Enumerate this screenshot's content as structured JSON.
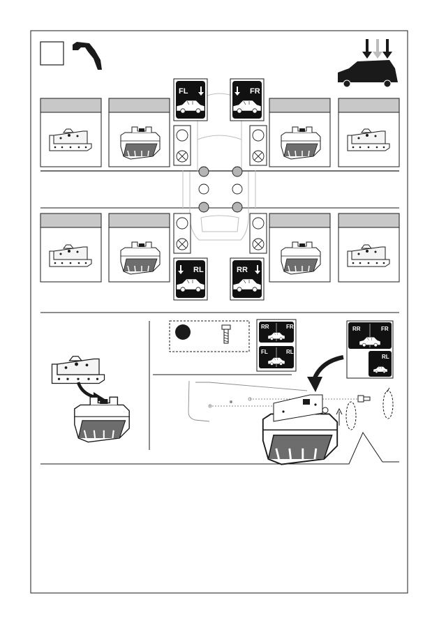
{
  "colors": {
    "ink": "#1a1a1a",
    "panel_header": "#c8c8c8",
    "dot_gray": "#b4b4b4",
    "arrow_light": "#bdbdbd",
    "card_dark": "#111111",
    "guide_gray": "#8a8a8a"
  },
  "position_labels": {
    "fl": "FL",
    "fr": "FR",
    "rl": "RL",
    "rr": "RR"
  },
  "icons": [
    "step-number-box",
    "roof-profile-icon",
    "car-loading-arrows-icon",
    "bracket-icon",
    "foot-pad-icon",
    "mount-ok-circle-icon",
    "mount-not-used-cross-icon",
    "car-top-view-diagram",
    "screw-icon",
    "tool-dot-icon",
    "rotation-guide-icon"
  ]
}
